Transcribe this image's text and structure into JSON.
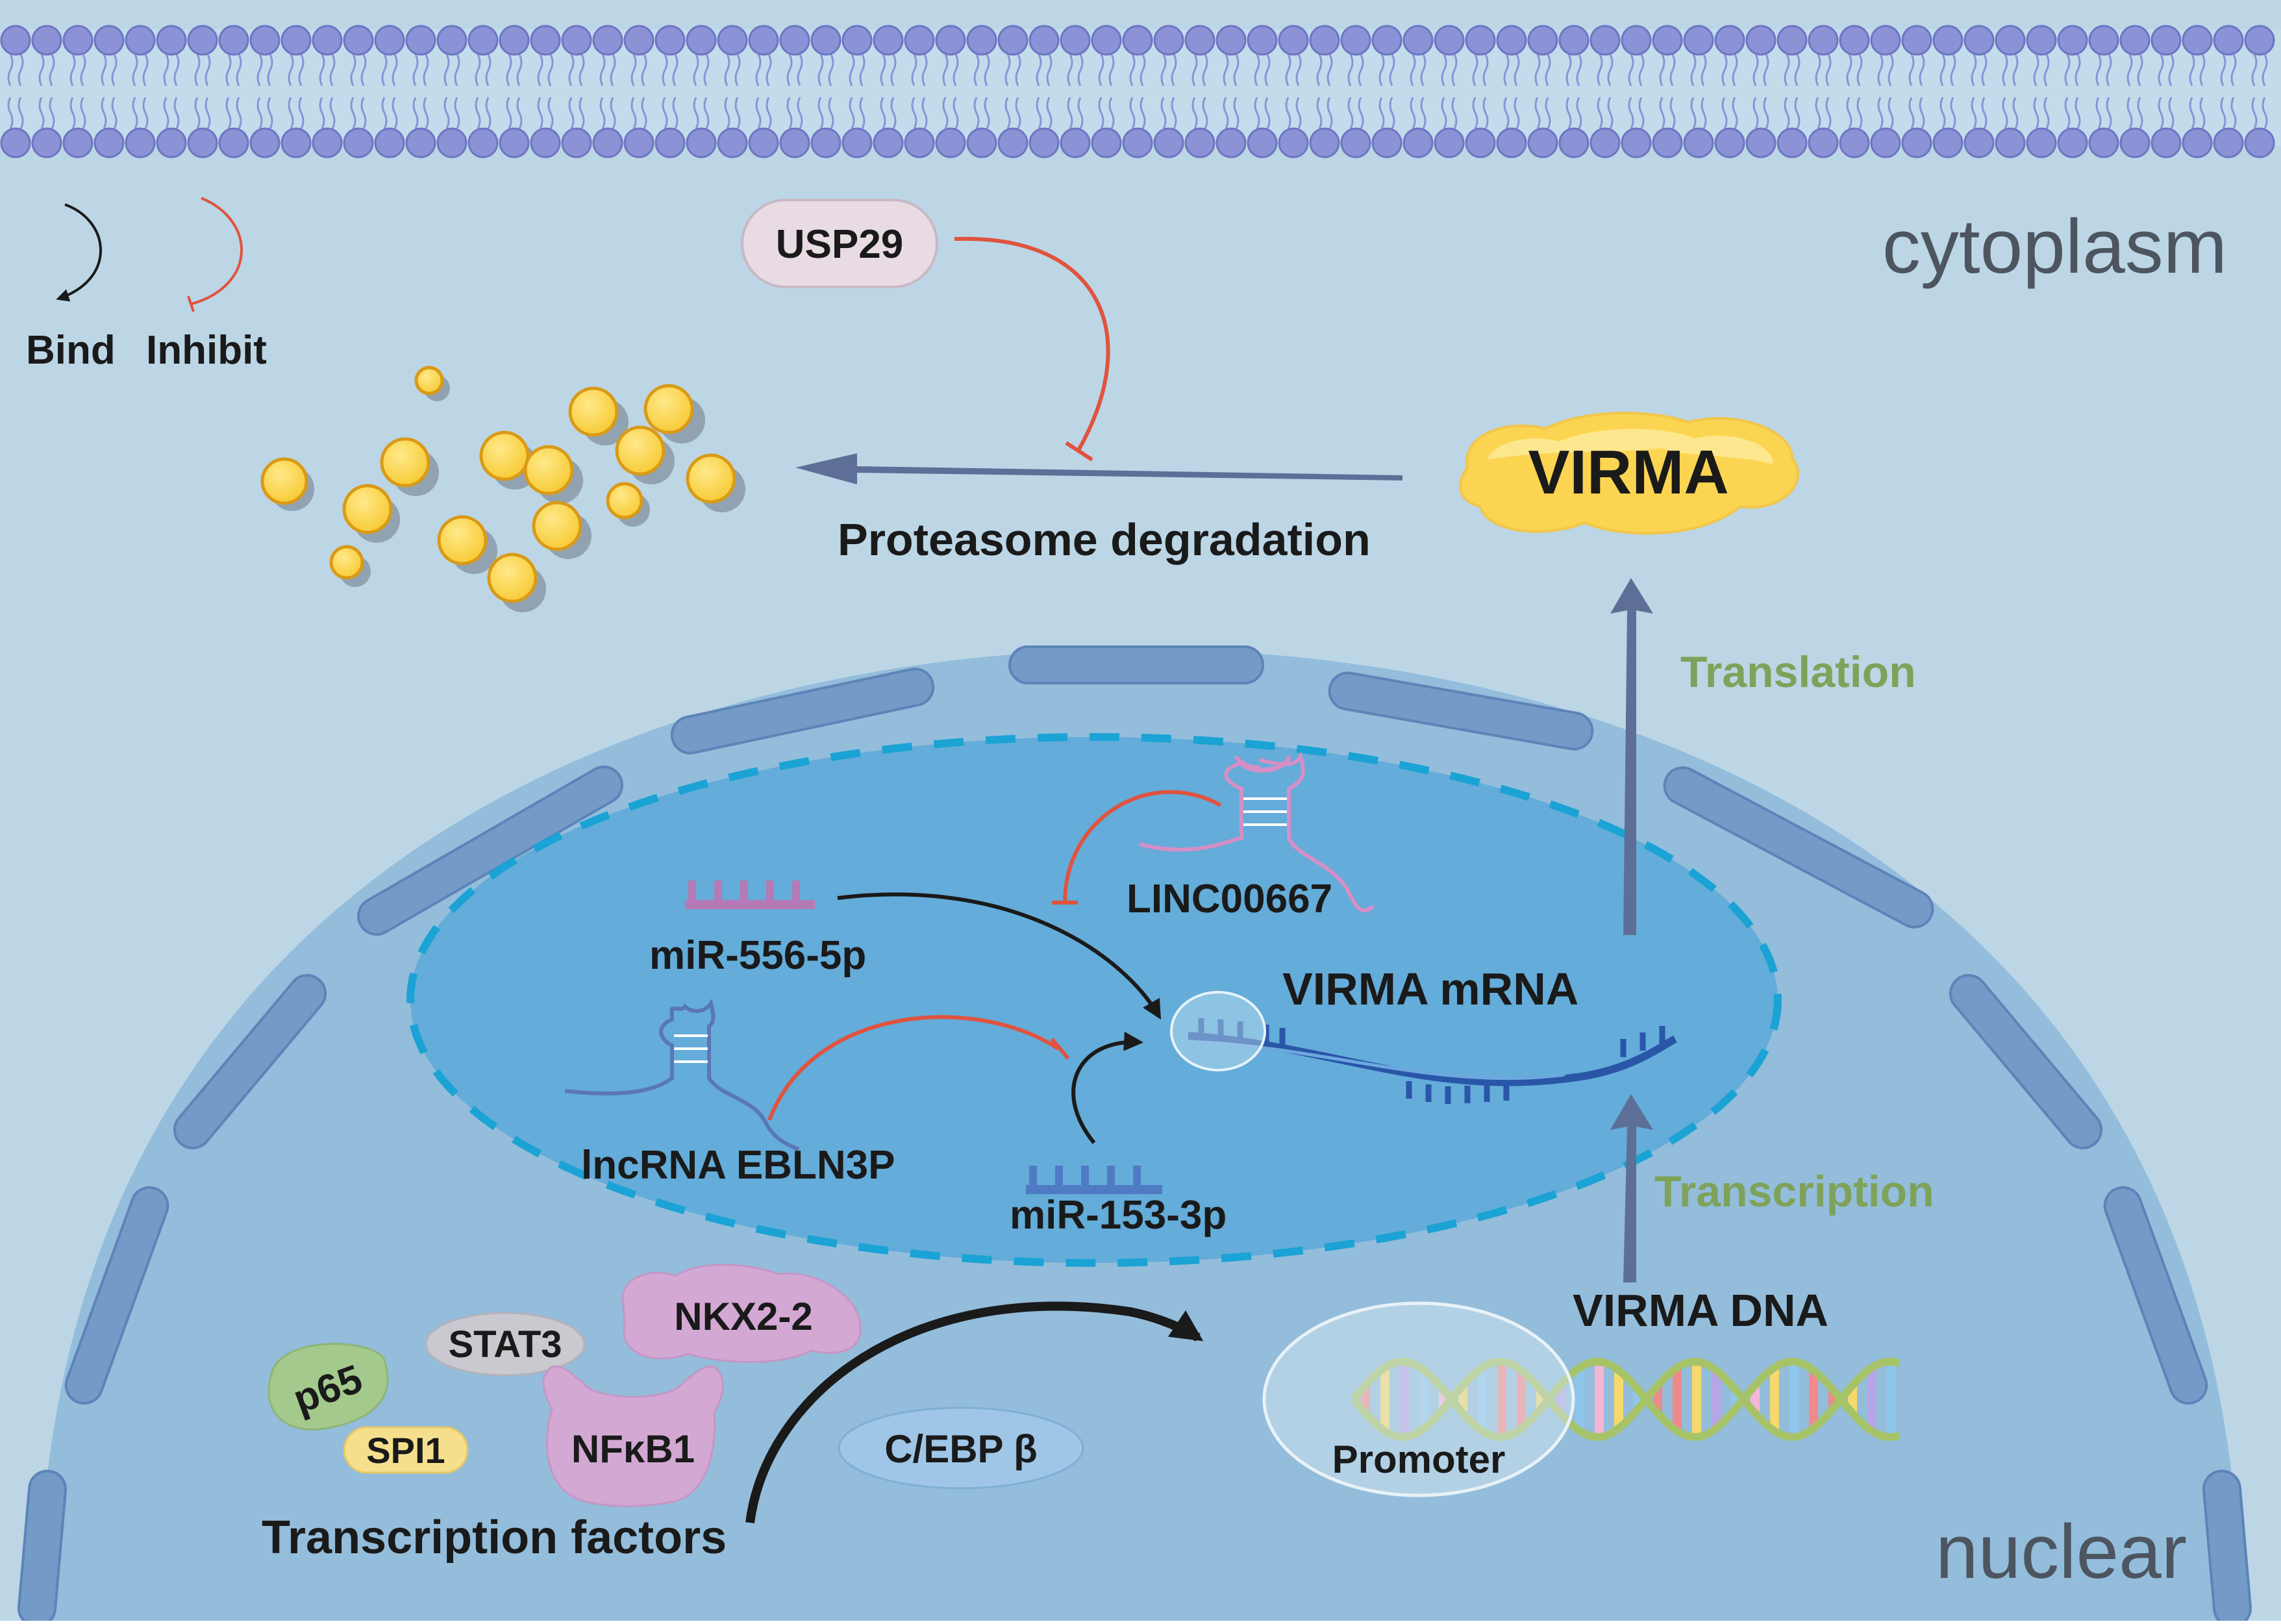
{
  "regions": {
    "cytoplasm": "cytoplasm",
    "nuclear": "nuclear"
  },
  "legend": {
    "bind": "Bind",
    "inhibit": "Inhibit"
  },
  "proteins": {
    "usp29": "USP29",
    "virma": "VIRMA"
  },
  "processes": {
    "proteasome": "Proteasome degradation",
    "translation": "Translation",
    "transcription": "Transcription"
  },
  "rnas": {
    "linc": "LINC00667",
    "mir556": "miR-556-5p",
    "virma_mrna": "VIRMA mRNA",
    "eblnp": "lncRNA EBLN3P",
    "mir153": "miR-153-3p"
  },
  "dna": {
    "title": "VIRMA DNA",
    "promoter": "Promoter"
  },
  "transcription_factors": {
    "label": "Transcription factors",
    "stat3": "STAT3",
    "nkx22": "NKX2-2",
    "p65": "p65",
    "spi1": "SPI1",
    "nfkb1": "NFκB1",
    "cebpb": "C/EBP β"
  },
  "colors": {
    "cytoplasm_bg": "#bcd6e6",
    "nucleus_bg": "#93bddb",
    "nucleolus_bg": "#64acd9",
    "membrane": "#8b93d6",
    "inhibit": "#e0533e",
    "bind": "#1a1a1a",
    "arrow_blue": "#5d6f97",
    "process_green": "#7fa25a",
    "sphere": "#fbd552"
  }
}
